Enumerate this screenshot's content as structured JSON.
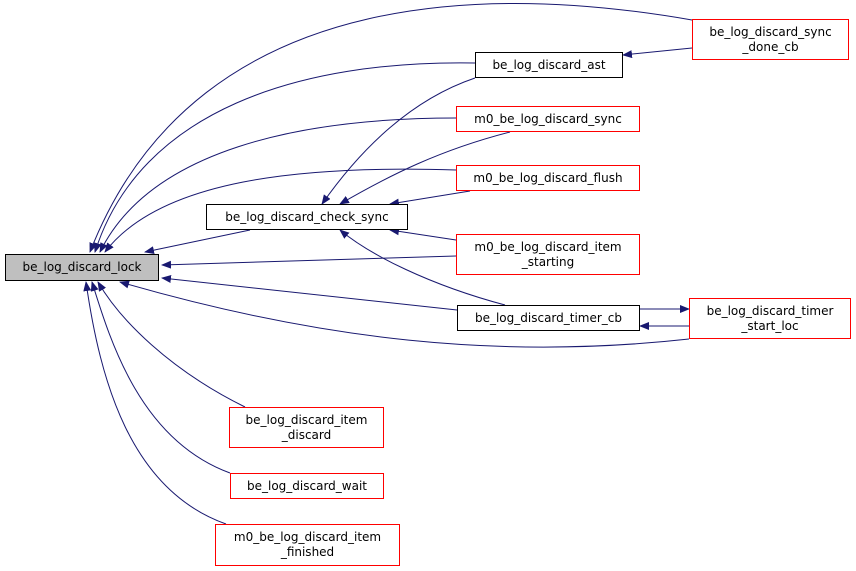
{
  "graph": {
    "type": "call-graph",
    "edge_color": "#191970",
    "root": {
      "id": "lock",
      "lines": [
        "be_log_discard_lock"
      ],
      "border_color": "#000000",
      "fill": "#bfbfbf"
    },
    "nodes": [
      {
        "id": "check_sync",
        "lines": [
          "be_log_discard_check_sync"
        ],
        "border_color": "#000000"
      },
      {
        "id": "ast",
        "lines": [
          "be_log_discard_ast"
        ],
        "border_color": "#000000"
      },
      {
        "id": "timer_cb",
        "lines": [
          "be_log_discard_timer_cb"
        ],
        "border_color": "#000000"
      },
      {
        "id": "sync_done_cb",
        "lines": [
          "be_log_discard_sync",
          "_done_cb"
        ],
        "border_color": "#ff0000"
      },
      {
        "id": "m0_sync",
        "lines": [
          "m0_be_log_discard_sync"
        ],
        "border_color": "#ff0000"
      },
      {
        "id": "m0_flush",
        "lines": [
          "m0_be_log_discard_flush"
        ],
        "border_color": "#ff0000"
      },
      {
        "id": "m0_item_starting",
        "lines": [
          "m0_be_log_discard_item",
          "_starting"
        ],
        "border_color": "#ff0000"
      },
      {
        "id": "timer_start_loc",
        "lines": [
          "be_log_discard_timer",
          "_start_loc"
        ],
        "border_color": "#ff0000"
      },
      {
        "id": "item_discard",
        "lines": [
          "be_log_discard_item",
          "_discard"
        ],
        "border_color": "#ff0000"
      },
      {
        "id": "wait",
        "lines": [
          "be_log_discard_wait"
        ],
        "border_color": "#ff0000"
      },
      {
        "id": "m0_item_finished",
        "lines": [
          "m0_be_log_discard_item",
          "_finished"
        ],
        "border_color": "#ff0000"
      }
    ],
    "edges": [
      {
        "from": "sync_done_cb",
        "to": "lock"
      },
      {
        "from": "ast",
        "to": "lock"
      },
      {
        "from": "m0_sync",
        "to": "lock"
      },
      {
        "from": "m0_flush",
        "to": "lock"
      },
      {
        "from": "check_sync",
        "to": "lock"
      },
      {
        "from": "m0_item_starting",
        "to": "lock"
      },
      {
        "from": "timer_cb",
        "to": "lock"
      },
      {
        "from": "timer_start_loc",
        "to": "lock"
      },
      {
        "from": "item_discard",
        "to": "lock"
      },
      {
        "from": "wait",
        "to": "lock"
      },
      {
        "from": "m0_item_finished",
        "to": "lock"
      },
      {
        "from": "sync_done_cb",
        "to": "ast"
      },
      {
        "from": "ast",
        "to": "check_sync"
      },
      {
        "from": "m0_sync",
        "to": "check_sync"
      },
      {
        "from": "m0_flush",
        "to": "check_sync"
      },
      {
        "from": "m0_item_starting",
        "to": "check_sync"
      },
      {
        "from": "timer_cb",
        "to": "check_sync"
      },
      {
        "from": "timer_cb",
        "to": "timer_start_loc"
      },
      {
        "from": "timer_start_loc",
        "to": "timer_cb"
      }
    ]
  }
}
